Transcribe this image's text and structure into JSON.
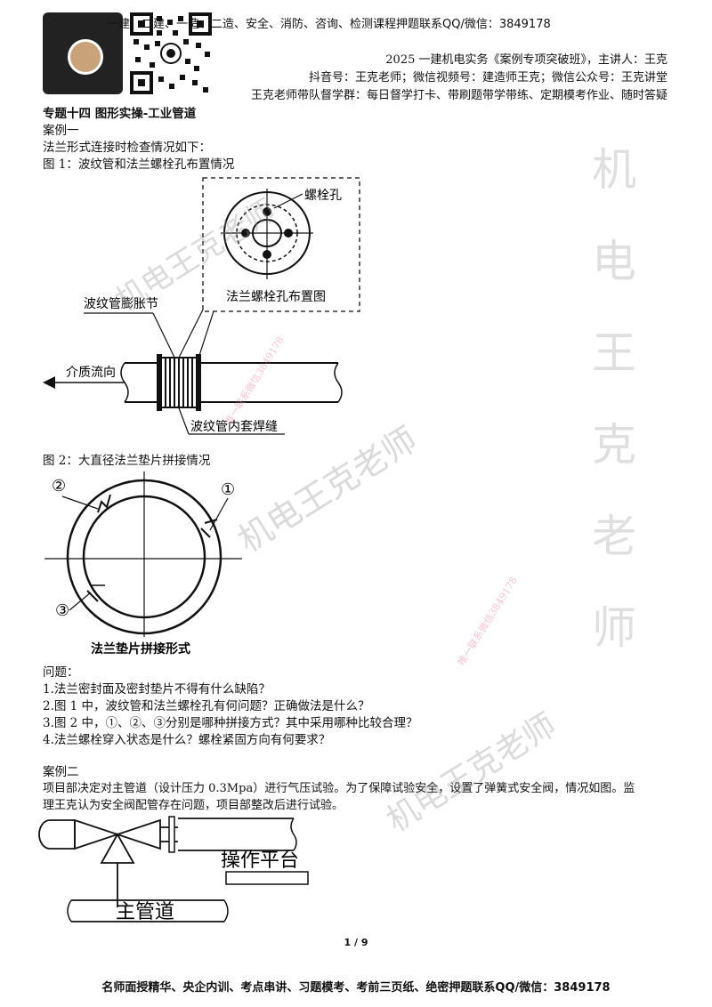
{
  "header": {
    "top_line": "一建、二建、一造、二造、安全、消防、咨询、检测课程押题联系QQ/微信：3849178",
    "course_line": "2025 一建机电实务《案例专项突破班》，主讲人：王克",
    "social_line": "抖音号：王克老师；微信视频号：建造师王克；微信公众号：王克讲堂",
    "group_line": "王克老师带队督学群：每日督学打卡、带刷题带学带练、定期模考作业、随时答疑"
  },
  "section_title": "专题十四 图形实操-工业管道",
  "case1": {
    "title": "案例一",
    "intro": "法兰形式连接时检查情况如下：",
    "fig1_caption": "图 1：波纹管和法兰螺栓孔布置情况",
    "fig1_labels": {
      "bolt_hole": "螺栓孔",
      "bolt_layout": "法兰螺栓孔布置图",
      "bellows": "波纹管膨胀节",
      "flow": "介质流向",
      "weld": "波纹管内套焊缝"
    },
    "fig2_caption": "图 2：大直径法兰垫片拼接情况",
    "fig2_labels": {
      "n1": "①",
      "n2": "②",
      "n3": "③",
      "caption": "法兰垫片拼接形式"
    },
    "questions_title": "问题：",
    "questions": [
      "1.法兰密封面及密封垫片不得有什么缺陷？",
      "2.图 1 中，波纹管和法兰螺栓孔有何问题？正确做法是什么？",
      "3.图 2 中，①、②、③分别是哪种拼接方式？其中采用哪种比较合理？",
      "4.法兰螺栓穿入状态是什么？螺栓紧固方向有何要求？"
    ]
  },
  "case2": {
    "title": "案例二",
    "para_line1": "项目部决定对主管道（设计压力 0.3Mpa）进行气压试验。为了保障试验安全，设置了弹簧式安全阀，情况如图。监",
    "para_line2": "理王克认为安全阀配管存在问题，项目部整改后进行试验。",
    "fig_labels": {
      "platform": "操作平台",
      "main_pipe": "主管道"
    }
  },
  "page_number": "1 / 9",
  "footer": "名师面授精华、央企内训、考点串讲、习题模考、考前三页纸、绝密押题联系QQ/微信：3849178",
  "watermarks": {
    "diagonal": "机电王克老师",
    "vertical": [
      "机",
      "电",
      "王",
      "克",
      "老",
      "师"
    ],
    "small": "唯一联系微信3849178"
  }
}
